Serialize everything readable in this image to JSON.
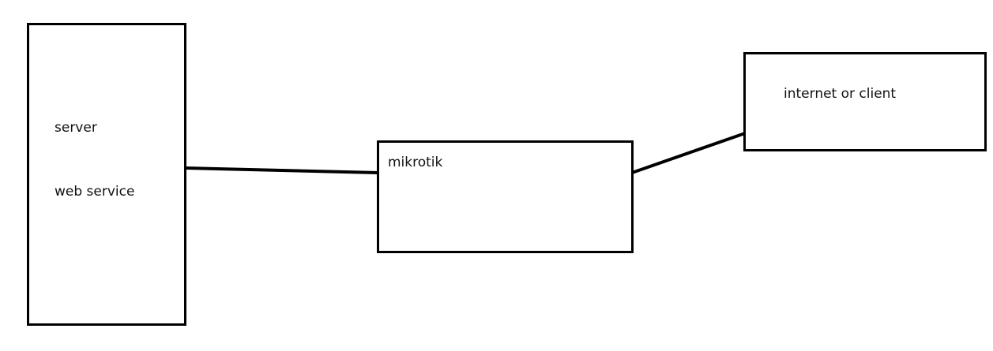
{
  "nodes": {
    "server": {
      "lines": [
        "server",
        "web service"
      ]
    },
    "mikrotik": {
      "label": "mikrotik"
    },
    "internet": {
      "label": "internet or client"
    }
  },
  "edges": [
    {
      "from": "server",
      "to": "mikrotik"
    },
    {
      "from": "mikrotik",
      "to": "internet"
    }
  ],
  "colors": {
    "stroke": "#000000",
    "background": "#ffffff",
    "text": "#111111"
  }
}
